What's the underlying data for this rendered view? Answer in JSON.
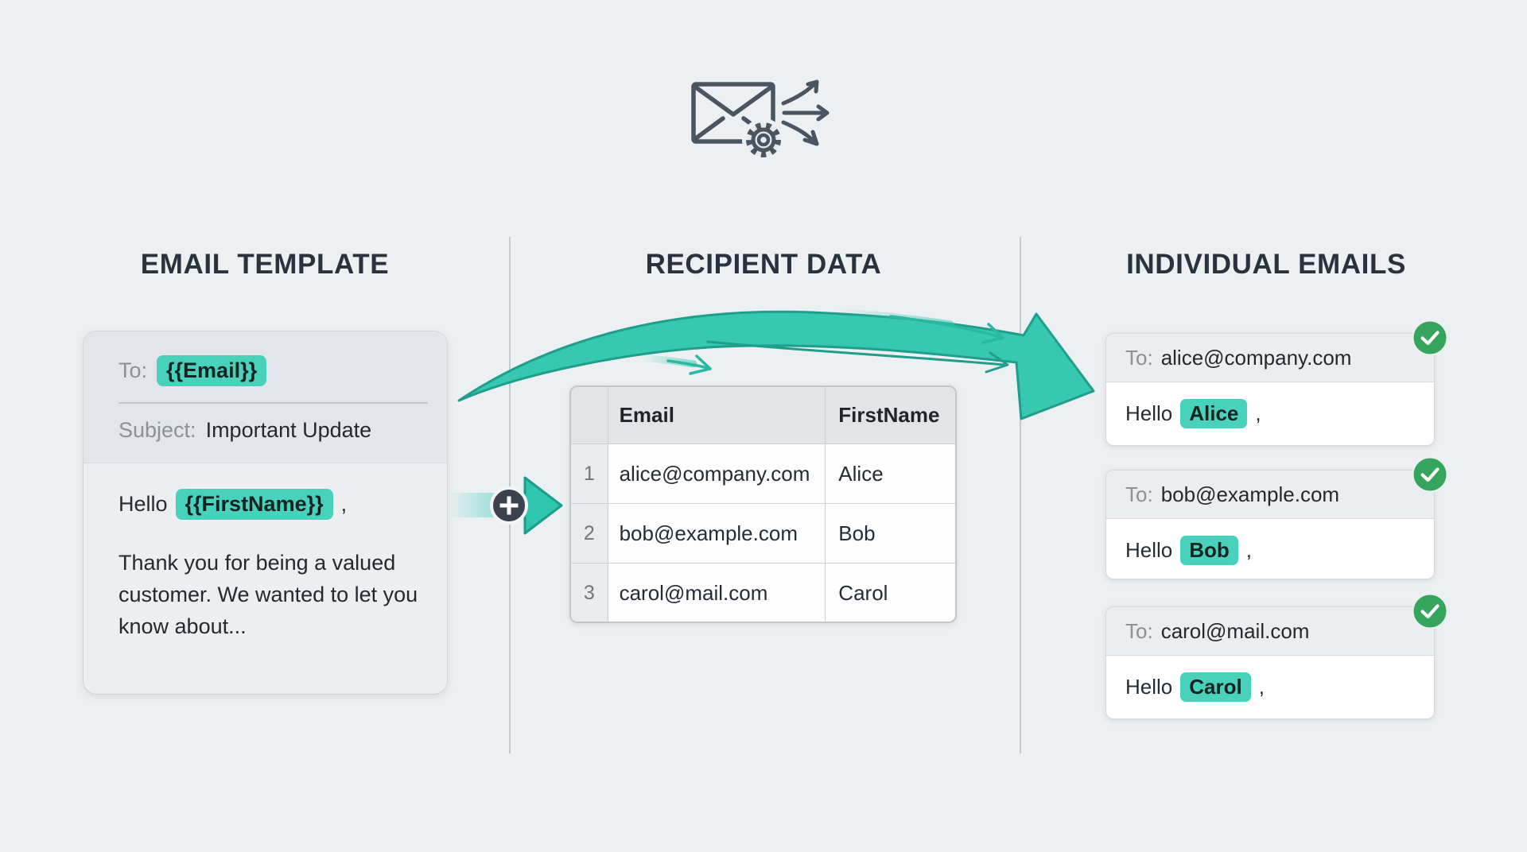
{
  "headings": {
    "template": "EMAIL TEMPLATE",
    "recipient_data": "RECIPIENT DATA",
    "individual_emails": "INDIVIDUAL EMAILS"
  },
  "icons": {
    "top": "envelope-gear-send-icon",
    "merge": "plus-icon",
    "flow": "merge-swoosh-arrow-icon",
    "status": "check-icon"
  },
  "template_card": {
    "to_label": "To:",
    "to_variable": "{{Email}}",
    "subject_label": "Subject:",
    "subject_value": "Important Update",
    "greeting_prefix": "Hello",
    "greeting_variable": "{{FirstName}}",
    "greeting_suffix": ",",
    "body": "Thank you for being a valued customer. We wanted to let you know about..."
  },
  "recipient_table": {
    "columns": [
      "Email",
      "FirstName"
    ],
    "rows": [
      {
        "num": "1",
        "email": "alice@company.com",
        "first_name": "Alice"
      },
      {
        "num": "2",
        "email": "bob@example.com",
        "first_name": "Bob"
      },
      {
        "num": "3",
        "email": "carol@mail.com",
        "first_name": "Carol"
      }
    ]
  },
  "individual_emails": [
    {
      "to_label": "To:",
      "to": "alice@company.com",
      "greeting_prefix": "Hello",
      "name": "Alice",
      "greeting_suffix": ","
    },
    {
      "to_label": "To:",
      "to": "bob@example.com",
      "greeting_prefix": "Hello",
      "name": "Bob",
      "greeting_suffix": ","
    },
    {
      "to_label": "To:",
      "to": "carol@mail.com",
      "greeting_prefix": "Hello",
      "name": "Carol",
      "greeting_suffix": ","
    }
  ],
  "colors": {
    "page_background": "#edf0f3",
    "accent_teal": "#36c8b1",
    "accent_teal_dark": "#1f9e8a",
    "chip_teal": "#48d2bc",
    "success_green": "#35a45c",
    "heading_slate": "#2a323d",
    "label_gray": "#8a9199",
    "icon_gray": "#4a5561"
  }
}
